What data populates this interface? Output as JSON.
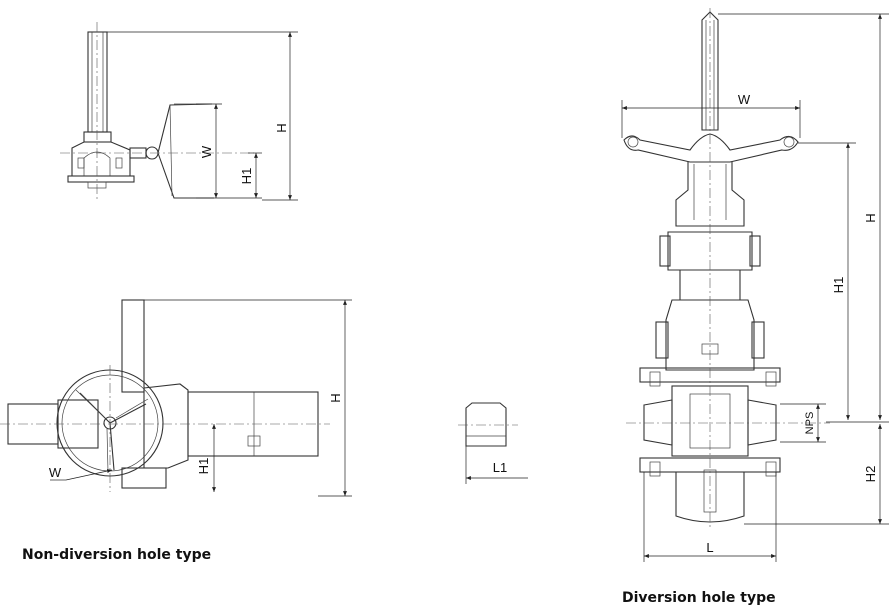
{
  "captions": {
    "non_diversion": "Non-diversion hole type",
    "diversion": "Diversion hole type"
  },
  "labels": {
    "top_actuator": {
      "w": "W",
      "h": "H",
      "h1": "H1"
    },
    "side_actuator": {
      "h": "H",
      "w": "W",
      "h1": "H1"
    },
    "stem_end": {
      "l1": "L1"
    },
    "valve": {
      "w": "W",
      "h": "H",
      "h1": "H1",
      "nps": "NPS",
      "h2": "H2",
      "l": "L"
    }
  },
  "colors": {
    "line": "#333333",
    "text": "#111111",
    "background": "#ffffff"
  }
}
